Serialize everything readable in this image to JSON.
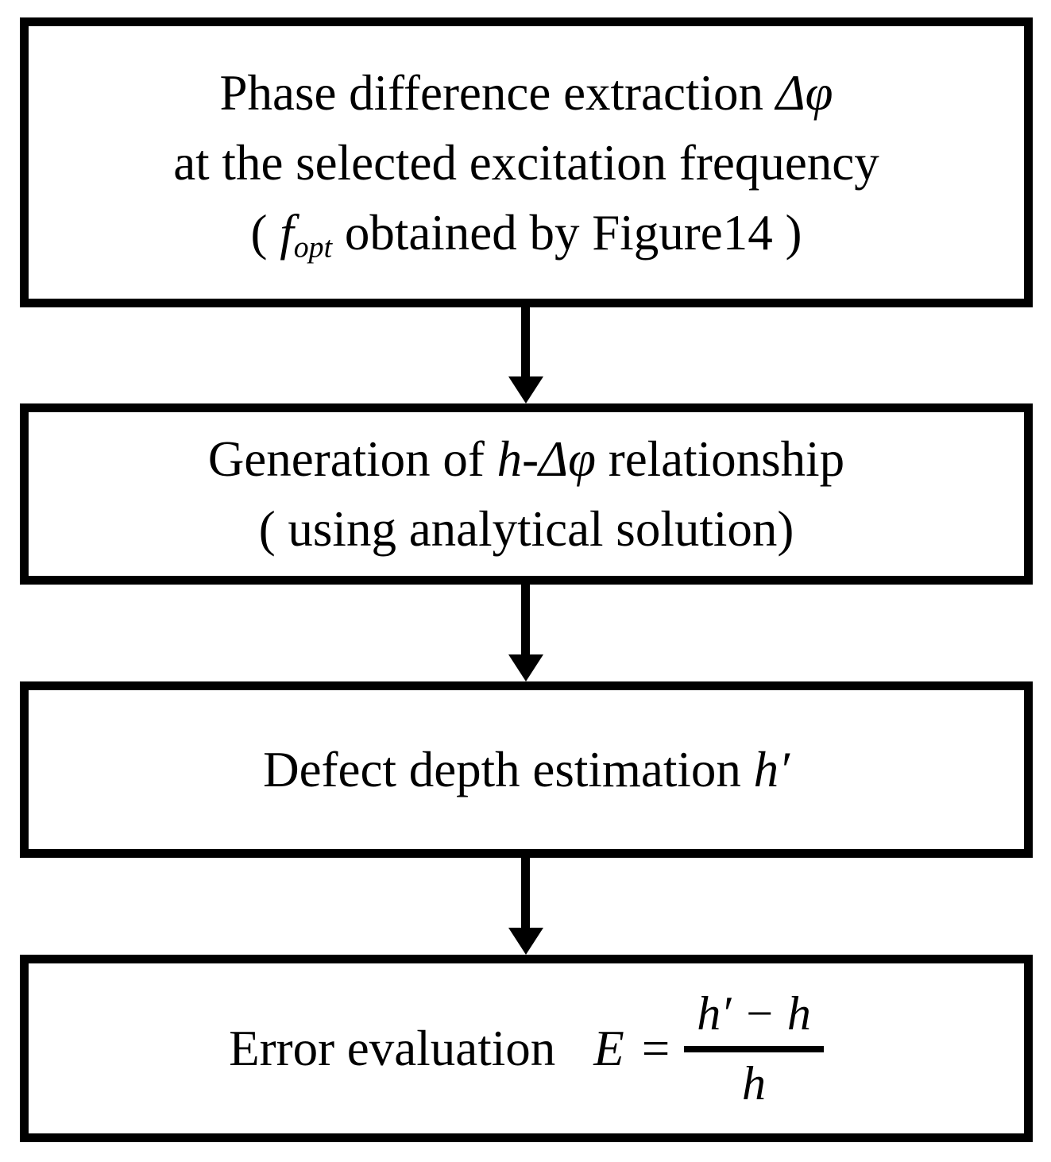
{
  "diagram": {
    "background": "#ffffff",
    "stroke": "#000000",
    "box1": {
      "line1_text": "Phase difference extraction ",
      "line1_math": "Δφ",
      "line2_text": "at the selected excitation frequency",
      "line3_open": "( ",
      "line3_var": "f",
      "line3_sub": "opt",
      "line3_rest": " obtained by Figure14 )"
    },
    "box2": {
      "line1_prefix": "Generation of ",
      "line1_math": "h-Δφ",
      "line1_suffix": " relationship",
      "line2_text": "( using analytical solution)"
    },
    "box3": {
      "text": "Defect depth estimation ",
      "math": "h′"
    },
    "box4": {
      "label": "Error evaluation",
      "lhs": "E",
      "rel": "=",
      "numerator": "h′ − h",
      "denominator": "h"
    }
  }
}
